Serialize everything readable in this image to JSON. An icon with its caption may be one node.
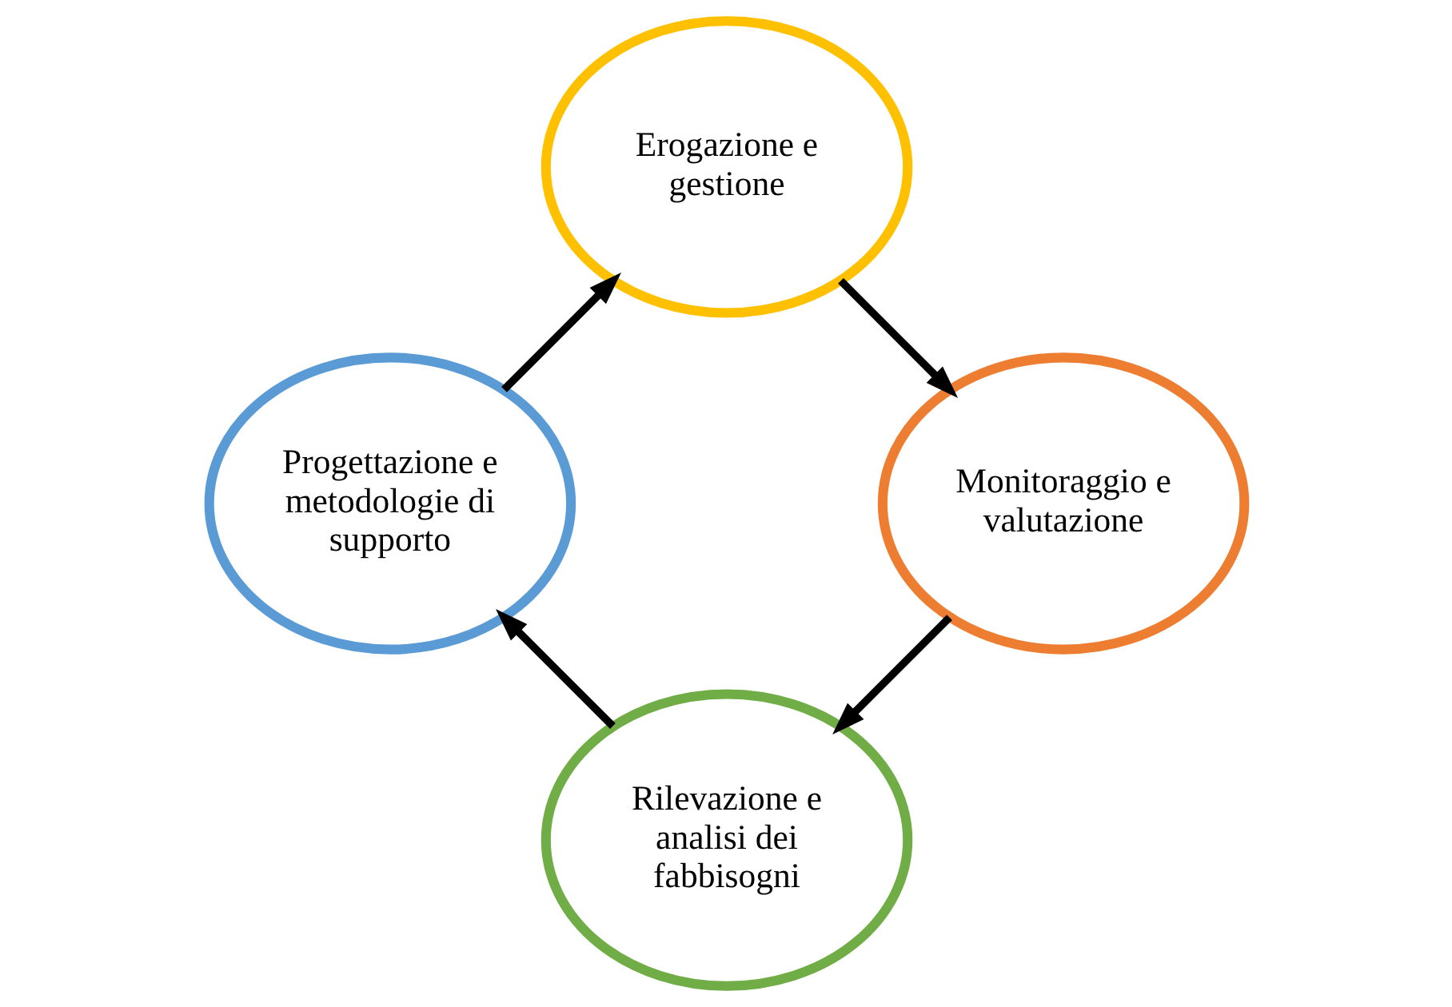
{
  "diagram": {
    "nodes": [
      {
        "text": [
          "Rilevazione e analisi dei fabbisogni"
        ]
      },
      {
        "text": [
          "Monitoraggio e valutazione"
        ]
      },
      {
        "text": [
          "Progettazione e metodologie di supporto"
        ]
      },
      {
        "text": [
          "Erogazione e gestione"
        ]
      }
    ],
    "edges": [
      {
        "from": 1,
        "to": 0,
        "arrow": "to"
      },
      {
        "from": 0,
        "to": 2,
        "arrow": "to"
      },
      {
        "from": 2,
        "to": 3,
        "arrow": "to"
      },
      {
        "from": 3,
        "to": 1,
        "arrow": "to"
      }
    ]
  }
}
